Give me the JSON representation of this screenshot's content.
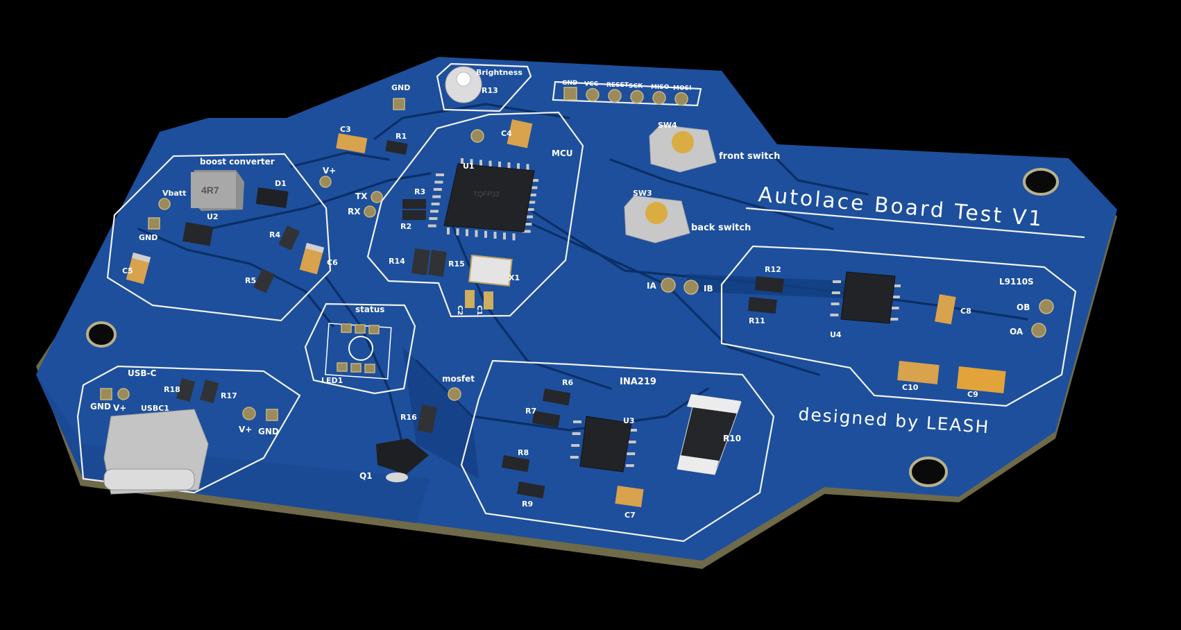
{
  "board": {
    "title": "Autolace Board Test V1",
    "credit": "designed by LEASH",
    "colors": {
      "background": "#000000",
      "solder_mask": "#1d4f9c",
      "silkscreen": "#ffffff",
      "pad": "#9b8a5a",
      "edge": "#6e6a4a"
    }
  },
  "sections": {
    "boost": "boost converter",
    "mcu": "MCU",
    "status": "status",
    "mosfet": "mosfet",
    "ina": "INA219",
    "driver": "L9110S",
    "usb": "USB-C",
    "brightness": "Brightness"
  },
  "header": [
    "GND",
    "VCC",
    "RESET",
    "SCK",
    "MISO",
    "MOSI"
  ],
  "labels": {
    "vplus": "V+",
    "vbatt": "Vbatt",
    "gnd_left": "GND",
    "gnd_top": "GND",
    "tx": "TX",
    "rx": "RX",
    "ia": "IA",
    "ib": "IB",
    "ob": "OB",
    "oa": "OA",
    "usb_gnd_l": "GND",
    "usb_v_l": "V+",
    "usb_v_r": "V+",
    "usb_gnd_r": "GND",
    "front_switch": "front switch",
    "back_switch": "back switch"
  },
  "refs": {
    "d1": "D1",
    "u2": "U2",
    "r4": "R4",
    "r5": "R5",
    "c6": "C6",
    "c5": "C5",
    "ind": "4R7",
    "c3": "C3",
    "r1": "R1",
    "r13": "R13",
    "c4": "C4",
    "u1": "U1",
    "qfp": "TQFP32",
    "r3": "R3",
    "r2": "R2",
    "r14": "R14",
    "r15": "R15",
    "x1": "X1",
    "c2": "C2",
    "c1": "C1",
    "sw4": "SW4",
    "sw3": "SW3",
    "led1": "LED1",
    "r16": "R16",
    "q1": "Q1",
    "r18": "R18",
    "r17": "R17",
    "usbc1": "USBC1",
    "r6": "R6",
    "r7": "R7",
    "r8": "R8",
    "r9": "R9",
    "u3": "U3",
    "r10": "R10",
    "c7": "C7",
    "r12": "R12",
    "r11": "R11",
    "u4": "U4",
    "c8": "C8",
    "c10": "C10",
    "c9": "C9"
  }
}
